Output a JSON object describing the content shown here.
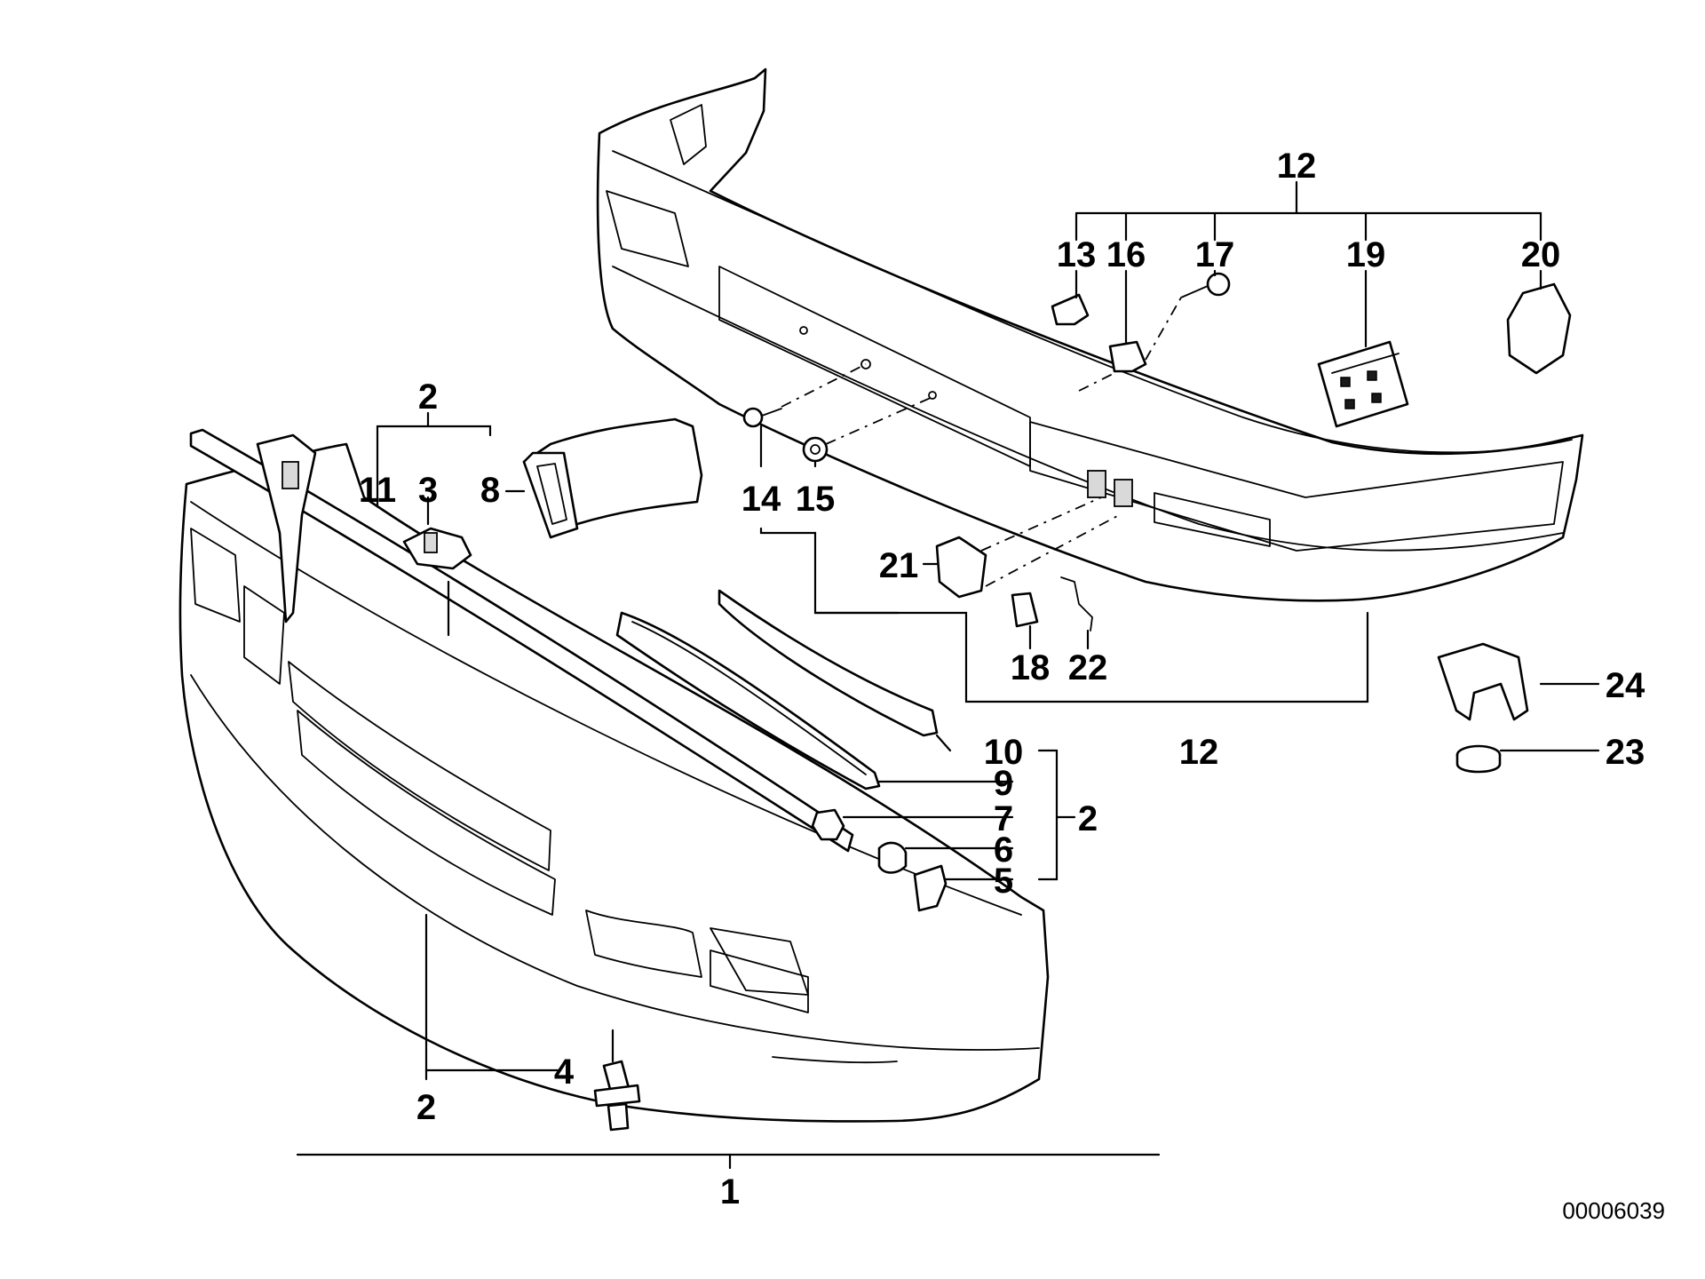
{
  "diagram": {
    "id_code": "00006039",
    "callouts": {
      "c1": "1",
      "c2a": "2",
      "c2b": "2",
      "c2c": "2",
      "c3": "3",
      "c4": "4",
      "c5": "5",
      "c6": "6",
      "c7": "7",
      "c8": "8",
      "c9": "9",
      "c10": "10",
      "c11": "11",
      "c12a": "12",
      "c12b": "12",
      "c13": "13",
      "c14": "14",
      "c15": "15",
      "c16": "16",
      "c17": "17",
      "c18": "18",
      "c19": "19",
      "c20": "20",
      "c21": "21",
      "c22": "22",
      "c23": "23",
      "c24": "24"
    }
  }
}
